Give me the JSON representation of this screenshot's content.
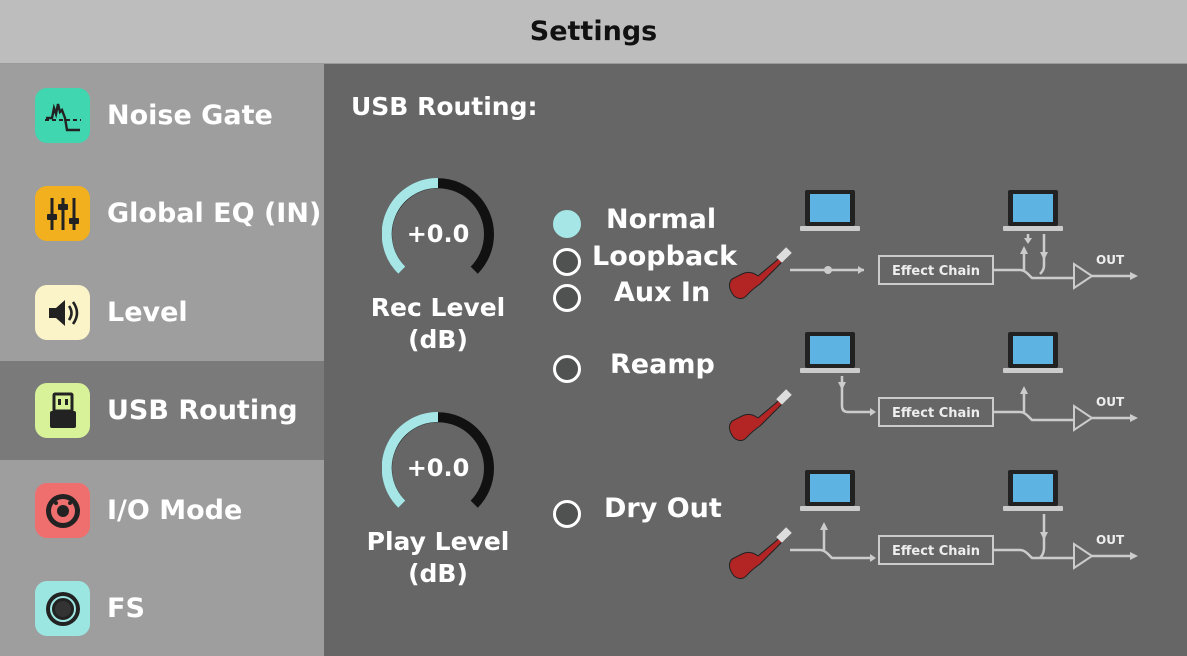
{
  "window": {
    "title": "Settings"
  },
  "sidebar": {
    "items": [
      {
        "label": "Noise Gate",
        "icon": "noise-gate-icon",
        "color": "#3fd6b0",
        "active": false
      },
      {
        "label": "Global EQ (IN)",
        "icon": "equalizer-sliders-icon",
        "color": "#f2b01e",
        "active": false
      },
      {
        "label": "Level",
        "icon": "speaker-icon",
        "color": "#fbf4c8",
        "active": false
      },
      {
        "label": "USB Routing",
        "icon": "usb-icon",
        "color": "#d8f29a",
        "active": true
      },
      {
        "label": "I/O Mode",
        "icon": "jack-connector-icon",
        "color": "#ef6f6f",
        "active": false
      },
      {
        "label": "FS",
        "icon": "footswitch-icon",
        "color": "#9ce6e2",
        "active": false
      }
    ]
  },
  "main": {
    "title": "USB Routing:",
    "rec_knob": {
      "value": "+0.0",
      "label_line1": "Rec Level",
      "label_line2": "(dB)"
    },
    "play_knob": {
      "value": "+0.0",
      "label_line1": "Play Level",
      "label_line2": "(dB)"
    },
    "routing_options": [
      {
        "label": "Normal",
        "selected": true
      },
      {
        "label": "Loopback",
        "selected": false
      },
      {
        "label": "Aux In",
        "selected": false
      },
      {
        "label": "Reamp",
        "selected": false
      },
      {
        "label": "Dry Out",
        "selected": false
      }
    ],
    "diagram": {
      "chain_label": "Effect Chain",
      "out_label": "OUT"
    }
  },
  "colors": {
    "accent": "#a6e6e6",
    "knob_track": "#111111",
    "panel": "#666666",
    "sidebar": "#9e9e9e",
    "sidebar_active": "#7a7a7a"
  }
}
